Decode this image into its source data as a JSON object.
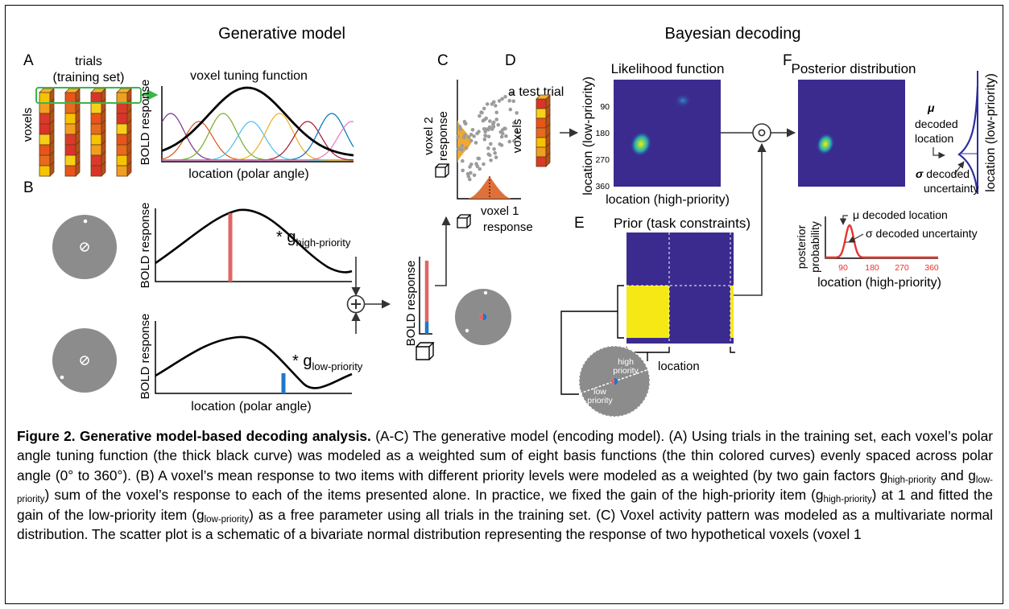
{
  "figure": {
    "section_titles": {
      "generative": "Generative model",
      "bayesian": "Bayesian decoding"
    },
    "panel_letters": {
      "a": "A",
      "b": "B",
      "c": "C",
      "d": "D",
      "e": "E",
      "f": "F"
    },
    "panel_a": {
      "trials_label_1": "trials",
      "trials_label_2": "(training set)",
      "voxels_label": "voxels",
      "tuning_title": "voxel tuning function",
      "ylabel": "BOLD response",
      "xlabel": "location (polar angle)"
    },
    "panel_b": {
      "ylabel_top": "BOLD response",
      "ylabel_bottom": "BOLD response",
      "xlabel": "location (polar angle)",
      "gain_high_prefix": "* g",
      "gain_high_sub": "high-priority",
      "gain_low_prefix": "* g",
      "gain_low_sub": "low-priority",
      "sum_ylabel": "BOLD response"
    },
    "panel_c": {
      "ylabel_1": "voxel 2",
      "ylabel_2": "response",
      "xlabel_1": "voxel 1",
      "xlabel_2": "response"
    },
    "panel_d": {
      "test_trial": "a test trial",
      "voxels_label": "voxels",
      "likelihood_title": "Likelihood function",
      "ylabel": "location (low-priority)",
      "xlabel": "location (high-priority)",
      "yticks": [
        "90",
        "180",
        "270",
        "360"
      ]
    },
    "panel_e": {
      "title": "Prior (task constraints)",
      "location_label": "location",
      "high_priority_1": "high",
      "high_priority_2": "priority",
      "low_priority_1": "low",
      "low_priority_2": "priority"
    },
    "panel_f": {
      "title": "Posterior distribution",
      "mu_symbol": "μ",
      "decoded_location_1": "decoded",
      "decoded_location_2": "location",
      "sigma_symbol": "σ",
      "decoded_uncertainty_1": "decoded",
      "decoded_uncertainty_2": "uncertainty",
      "side_label": "location (low-priority)",
      "ylabel_1": "posterior",
      "ylabel_2": "probability",
      "xlabel": "location (high-priority)",
      "xticks": [
        "90",
        "180",
        "270",
        "360"
      ],
      "mu_legend": "μ  decoded location",
      "sigma_legend": "σ  decoded uncertainty"
    },
    "colors": {
      "tuning_curve": "#000000",
      "basis_functions": [
        "#7e2f8e",
        "#d95319",
        "#77ac30",
        "#4dbeee",
        "#edb120",
        "#a2142f",
        "#0072bd",
        "#e377c2"
      ],
      "high_priority_bar": "#e06666",
      "low_priority_bar": "#1f78c8",
      "heatmap_background": "#3b2b8f",
      "prior_yellow": "#f5e814",
      "posterior_curve": "#e8332c",
      "side_distribution": "#2e2e9c",
      "disk_gray": "#8c8c8c",
      "green_box": "#3bb54a",
      "marginal_orange": "#e0703a",
      "marginal_yellow": "#f0a830"
    }
  },
  "caption": {
    "title": "Figure 2. Generative model-based decoding analysis.",
    "seg1": " (A-C) The generative model (encoding model). (A) Using trials in the training set, each voxel’s polar angle tuning function (the thick black curve) was modeled as a weighted sum of eight basis functions (the thin colored curves) evenly spaced across polar angle (0° to 360°). (B) A voxel’s mean response to two items with different priority levels were modeled as a weighted  (by two gain factors g",
    "sub1": "high-priority",
    "seg2": " and g",
    "sub2": "low-priority",
    "seg3": ") sum of the voxel’s response to each of the items presented alone. In practice, we fixed the gain of the high-priority item (g",
    "sub3": "high-priority",
    "seg4": ") at 1 and fitted the gain of the low-priority item (g",
    "sub4": "low-priority",
    "seg5": ") as a free parameter using all trials in the training set. (C) Voxel activity pattern was modeled as a multivariate normal distribution. The scatter plot is a schematic of a bivariate normal distribution representing the response of two hypothetical voxels (voxel 1"
  }
}
